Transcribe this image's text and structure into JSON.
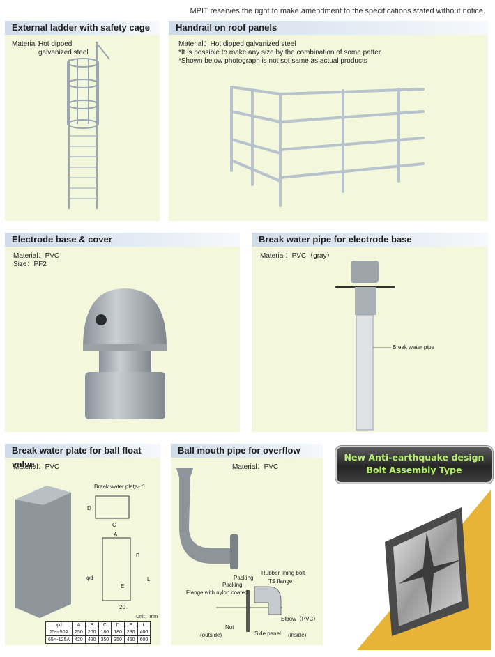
{
  "notice": "MPIT reserves the right to make amendment to the specifications stated without notice.",
  "panels": {
    "ladder": {
      "title": "External ladder with safety cage",
      "material_label": "Material：",
      "material": "Hot dipped\ngalvanized steel"
    },
    "handrail": {
      "title": "Handrail on roof panels",
      "lines": [
        "Material：Hot dipped galvanized steel",
        "*It is possible to make any size by the combination of some patter",
        "*Shown below photograph is not sot same as actual products"
      ]
    },
    "electrode": {
      "title": "Electrode base & cover",
      "material": "Material：PVC",
      "size": "Size：PF2"
    },
    "breakpipe": {
      "title": "Break water pipe for electrode base",
      "material": "Material：PVC（gray）",
      "label": "Break water pipe"
    },
    "plate": {
      "title": "Break water plate for ball float valve",
      "material": "Material：PVC",
      "labels": {
        "plate": "Break water plate",
        "A": "A",
        "B": "B",
        "C": "C",
        "D": "D",
        "E": "E",
        "L": "L",
        "phi": "φd",
        "twenty": "20"
      },
      "unit": "Unit：mm",
      "table_header": [
        "φd",
        "A",
        "B",
        "C",
        "D",
        "E",
        "L"
      ],
      "table_rows": [
        [
          "15～50A",
          "250",
          "200",
          "180",
          "180",
          "280",
          "400"
        ],
        [
          "65～125A",
          "420",
          "420",
          "350",
          "350",
          "450",
          "600"
        ]
      ]
    },
    "ballmouth": {
      "title": "Ball mouth pipe for overflow",
      "material": "Material：PVC",
      "labels": {
        "packing1": "Packing",
        "packing2": "Packing",
        "rubber": "Rubber lining bolt",
        "ts": "TS flange",
        "flange": "Flange with nylon coated",
        "elbow": "Elbow（PVC）",
        "nut": "Nut",
        "side": "Side panel",
        "outside": "(outside)",
        "inside": "(inside)"
      }
    }
  },
  "banner": {
    "line1": "New Anti-earthquake design",
    "line2": "Bolt Assembly Type"
  }
}
